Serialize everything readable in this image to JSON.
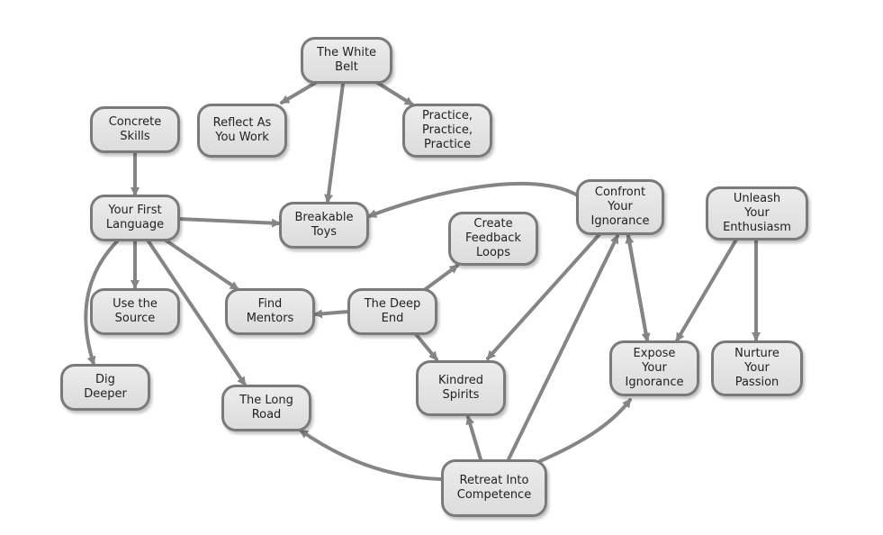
{
  "diagram": {
    "nodes": {
      "white_belt": "The White\nBelt",
      "concrete_skills": "Concrete\nSkills",
      "reflect": "Reflect As\nYou Work",
      "practice": "Practice,\nPractice,\nPractice",
      "first_language": "Your First\nLanguage",
      "breakable_toys": "Breakable\nToys",
      "create_feedback": "Create\nFeedback\nLoops",
      "confront": "Confront\nYour\nIgnorance",
      "unleash": "Unleash\nYour\nEnthusiasm",
      "use_source": "Use the\nSource",
      "find_mentors": "Find\nMentors",
      "deep_end": "The Deep\nEnd",
      "dig_deeper": "Dig\nDeeper",
      "long_road": "The Long\nRoad",
      "kindred": "Kindred\nSpirits",
      "expose": "Expose\nYour\nIgnorance",
      "nurture": "Nurture\nYour\nPassion",
      "retreat": "Retreat Into\nCompetence"
    },
    "edges": [
      {
        "from": "white_belt",
        "to": "reflect"
      },
      {
        "from": "white_belt",
        "to": "practice"
      },
      {
        "from": "white_belt",
        "to": "breakable_toys"
      },
      {
        "from": "concrete_skills",
        "to": "first_language"
      },
      {
        "from": "first_language",
        "to": "breakable_toys"
      },
      {
        "from": "first_language",
        "to": "use_source"
      },
      {
        "from": "first_language",
        "to": "find_mentors"
      },
      {
        "from": "first_language",
        "to": "dig_deeper"
      },
      {
        "from": "first_language",
        "to": "long_road"
      },
      {
        "from": "confront",
        "to": "breakable_toys"
      },
      {
        "from": "confront",
        "to": "kindred"
      },
      {
        "from": "confront",
        "to": "expose"
      },
      {
        "from": "expose",
        "to": "confront"
      },
      {
        "from": "deep_end",
        "to": "create_feedback"
      },
      {
        "from": "deep_end",
        "to": "find_mentors"
      },
      {
        "from": "deep_end",
        "to": "kindred"
      },
      {
        "from": "unleash",
        "to": "expose"
      },
      {
        "from": "unleash",
        "to": "nurture"
      },
      {
        "from": "retreat",
        "to": "long_road"
      },
      {
        "from": "retreat",
        "to": "kindred"
      },
      {
        "from": "retreat",
        "to": "confront"
      },
      {
        "from": "retreat",
        "to": "expose"
      }
    ]
  }
}
